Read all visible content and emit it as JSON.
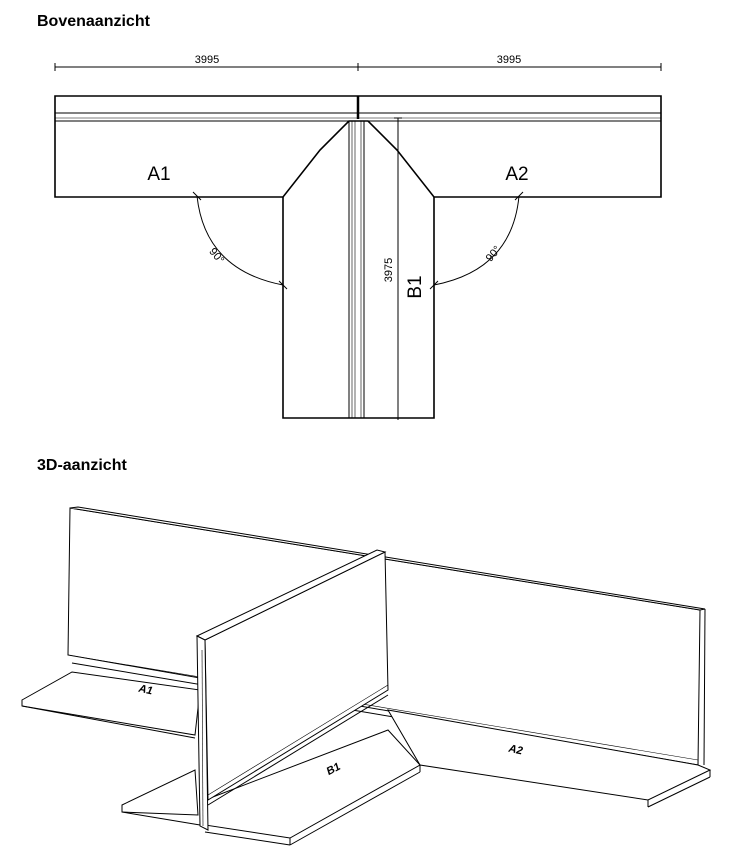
{
  "top_view": {
    "title": "Bovenaanzicht",
    "dim_left": "3995",
    "dim_right": "3995",
    "dim_vertical": "3975",
    "angle_left": "90°",
    "angle_right": "90°",
    "label_a1": "A1",
    "label_a2": "A2",
    "label_b1": "B1"
  },
  "view_3d": {
    "title": "3D-aanzicht",
    "label_a1": "A1",
    "label_a2": "A2",
    "label_b1": "B1"
  }
}
